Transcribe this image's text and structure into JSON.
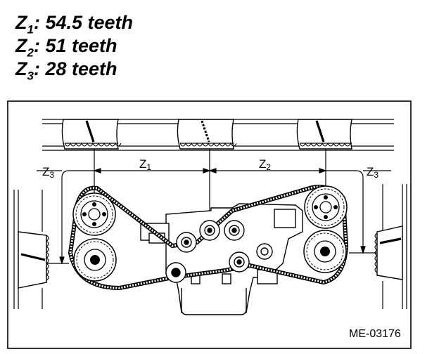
{
  "legend": [
    {
      "sym": "Z",
      "sub": "1",
      "text": ": 54.5 teeth"
    },
    {
      "sym": "Z",
      "sub": "2",
      "text": ": 51 teeth"
    },
    {
      "sym": "Z",
      "sub": "3",
      "text": ": 28 teeth"
    }
  ],
  "dimensions": {
    "z1": {
      "sym": "Z",
      "sub": "1"
    },
    "z2": {
      "sym": "Z",
      "sub": "2"
    },
    "z3_left": {
      "sym": "Z",
      "sub": "3"
    },
    "z3_right": {
      "sym": "Z",
      "sub": "3"
    }
  },
  "figure_code": "ME-03176"
}
